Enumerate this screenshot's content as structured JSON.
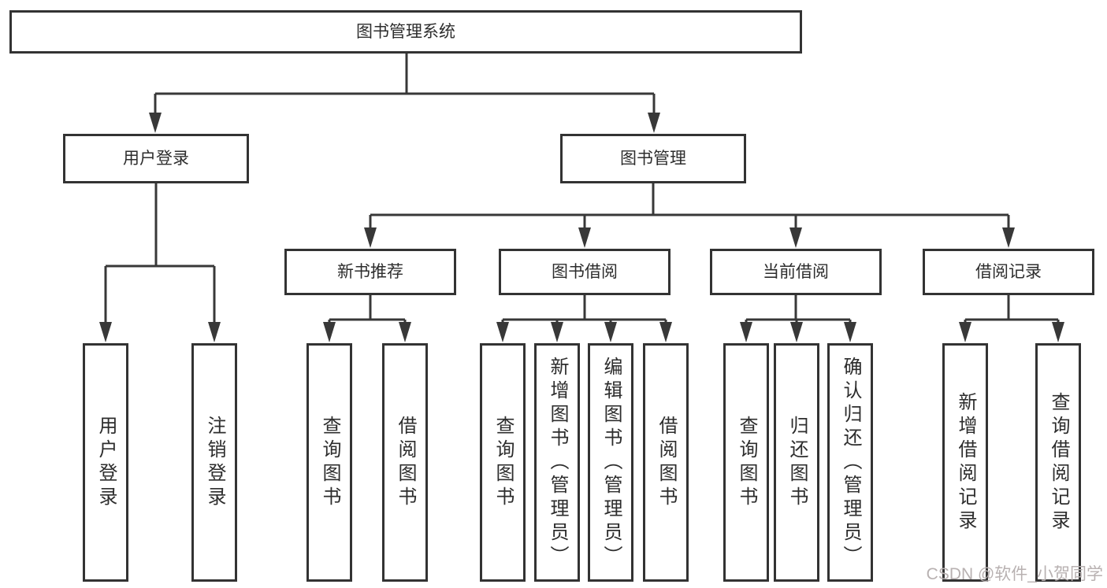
{
  "diagram": {
    "root": {
      "label": "图书管理系统"
    },
    "branches": [
      {
        "label": "用户登录",
        "leaves": [
          {
            "label": "用户登录"
          },
          {
            "label": "注销登录"
          }
        ]
      },
      {
        "label": "图书管理",
        "children": [
          {
            "label": "新书推荐",
            "leaves": [
              {
                "label": "查询图书"
              },
              {
                "label": "借阅图书"
              }
            ]
          },
          {
            "label": "图书借阅",
            "leaves": [
              {
                "label": "查询图书"
              },
              {
                "label": "新增图书（管理员）"
              },
              {
                "label": "编辑图书（管理员）"
              },
              {
                "label": "借阅图书"
              }
            ]
          },
          {
            "label": "当前借阅",
            "leaves": [
              {
                "label": "查询图书"
              },
              {
                "label": "归还图书"
              },
              {
                "label": "确认归还（管理员）"
              }
            ]
          },
          {
            "label": "借阅记录",
            "leaves": [
              {
                "label": "新增借阅记录"
              },
              {
                "label": "查询借阅记录"
              }
            ]
          }
        ]
      }
    ]
  },
  "watermark": {
    "text": "CSDN @软件_小贺同学"
  },
  "colors": {
    "line": "#383838",
    "border": "#333333",
    "text": "#2d2d2d",
    "watermark": "#b8b1b1",
    "background": "#ffffff"
  }
}
